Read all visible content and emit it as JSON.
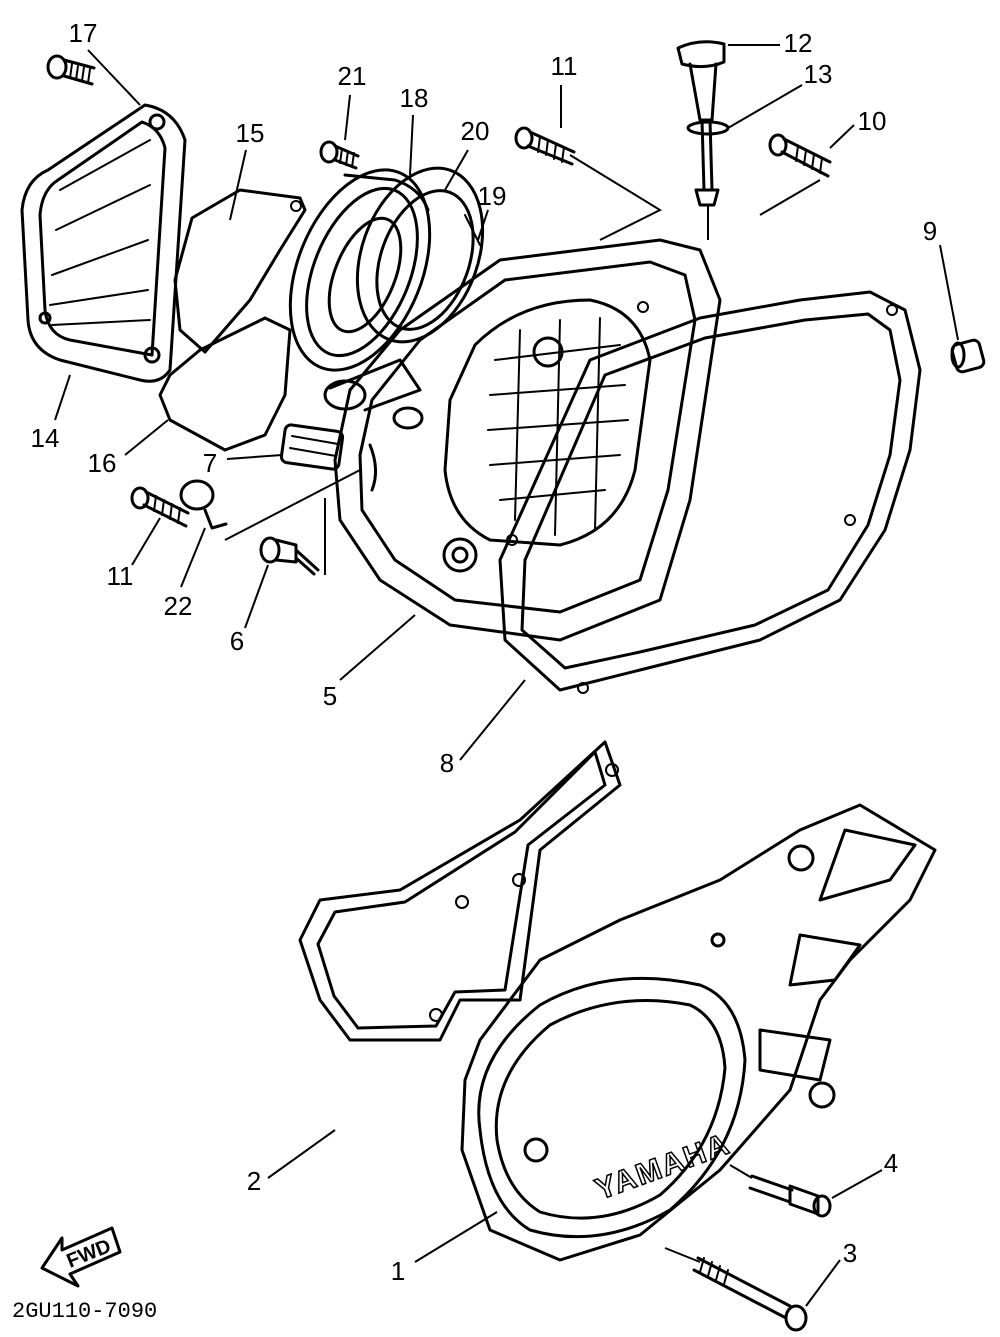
{
  "callouts": {
    "c1": "1",
    "c2": "2",
    "c3": "3",
    "c4": "4",
    "c5": "5",
    "c6": "6",
    "c7": "7",
    "c8": "8",
    "c9": "9",
    "c10": "10",
    "c11a": "11",
    "c11b": "11",
    "c12": "12",
    "c13": "13",
    "c14": "14",
    "c15": "15",
    "c16": "16",
    "c17": "17",
    "c18": "18",
    "c19": "19",
    "c20": "20",
    "c21": "21",
    "c22": "22"
  },
  "cover_brand": "YAMAHA",
  "fwd_label": "FWD",
  "drawing_code": "2GU110-7090",
  "icons": {
    "forward_arrow": "fwd-arrow-icon"
  }
}
